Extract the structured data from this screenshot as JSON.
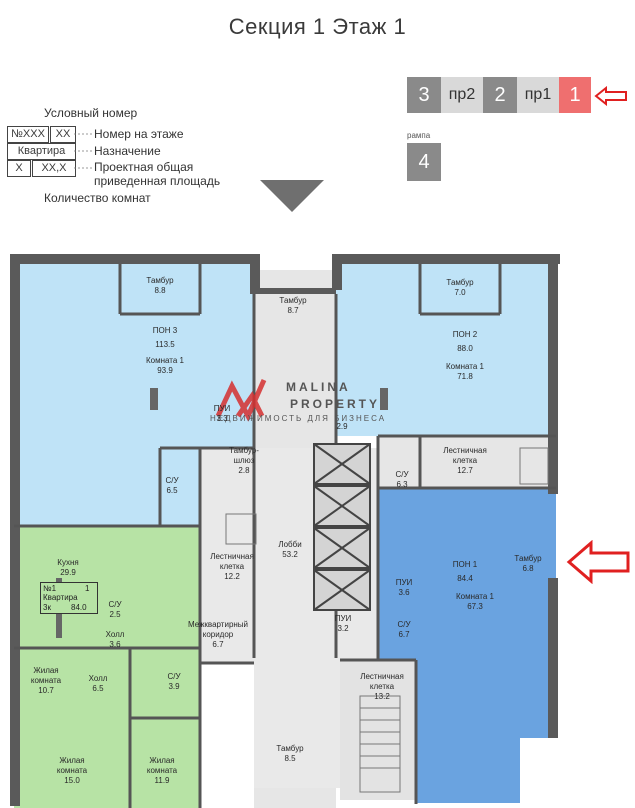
{
  "title": "Секция 1 Этаж  1",
  "legend": {
    "heading": "Условный номер",
    "box_num": "№XXX",
    "box_floor": "XX",
    "box_purpose": "Квартира",
    "box_rooms": "X",
    "box_area": "XX,X",
    "num_floor_label": "Номер на этаже",
    "purpose_label": "Назначение",
    "area_label_1": "Проектная общая",
    "area_label_2": "приведенная площадь",
    "rooms_label": "Количество комнат"
  },
  "floors": {
    "f3": "3",
    "pr2": "пр2",
    "f2": "2",
    "pr1": "пр1",
    "f1": "1",
    "ramp_label": "рампа",
    "f4": "4",
    "colors": {
      "dark": "#8a8a8a",
      "light": "#d9d9d9",
      "active": "#ef6f6f"
    }
  },
  "watermark": {
    "brand_1": "MALINA",
    "brand_2": "PROPERTY",
    "tagline": "НЕДВИЖИМОСТЬ ДЛЯ БИЗНЕСА"
  },
  "rooms": {
    "pon3_tambur": "Тамбур",
    "pon3_tambur_area": "8.8",
    "pon3_name": "ПОН 3",
    "pon3_area": "113.5",
    "pon3_room": "Комната 1",
    "pon3_room_area": "93.9",
    "pon3_pui": "ПУИ",
    "pon3_pui_area": "3.3",
    "pon3_su": "С/У",
    "pon3_su_area": "6.5",
    "c_tambur_top": "Тамбур",
    "c_tambur_top_area": "8.7",
    "c_tambur_lock": "Тамбур-",
    "c_tambur_lock_2": "шлюз",
    "c_tambur_lock_area": "2.8",
    "c_stair_left": "Лестничная",
    "c_stair_left_2": "клетка",
    "c_stair_left_area": "12.2",
    "c_lobby": "Лобби",
    "c_lobby_area": "53.2",
    "c_corridor": "Межквартирный",
    "c_corridor_2": "коридор",
    "c_corridor_area": "6.7",
    "c_pui": "ПУИ",
    "c_pui_area": "3.2",
    "c_tambur_bottom": "Тамбур",
    "c_tambur_bottom_area": "8.5",
    "pon2_tambur": "Тамбур",
    "pon2_tambur_area": "7.0",
    "pon2_name": "ПОН 2",
    "pon2_area": "88.0",
    "pon2_room": "Комната 1",
    "pon2_room_area": "71.8",
    "pon2_pui_area": "2.9",
    "pon2_su": "С/У",
    "pon2_su_area": "6.3",
    "r_stair_top": "Лестничная",
    "r_stair_top_2": "клетка",
    "r_stair_top_area": "12.7",
    "pon1_name": "ПОН 1",
    "pon1_area": "84.4",
    "pon1_room": "Комната 1",
    "pon1_room_area": "67.3",
    "pon1_tambur": "Тамбур",
    "pon1_tambur_area": "6.8",
    "pon1_pui": "ПУИ",
    "pon1_pui_area": "3.6",
    "pon1_su": "С/У",
    "pon1_su_area": "6.7",
    "r_stair_bottom": "Лестничная",
    "r_stair_bottom_2": "клетка",
    "r_stair_bottom_area": "13.2",
    "apt_kitchen": "Кухня",
    "apt_kitchen_area": "29.9",
    "apt_num": "№1",
    "apt_floor_num": "1",
    "apt_purpose": "Квартира",
    "apt_rooms": "3к",
    "apt_area": "84.0",
    "apt_su1": "С/У",
    "apt_su1_area": "2.5",
    "apt_hall1": "Холл",
    "apt_hall1_area": "3.6",
    "apt_living1": "Жилая",
    "apt_living1_2": "комната",
    "apt_living1_area": "10.7",
    "apt_hall2": "Холл",
    "apt_hall2_area": "6.5",
    "apt_su2": "С/У",
    "apt_su2_area": "3.9",
    "apt_living2": "Жилая",
    "apt_living2_2": "комната",
    "apt_living2_area": "15.0",
    "apt_living3": "Жилая",
    "apt_living3_2": "комната",
    "apt_living3_area": "11.9"
  }
}
